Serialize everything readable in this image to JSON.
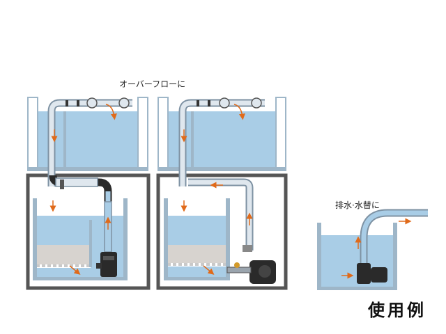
{
  "labels": {
    "overflow_caption": "オーバーフローに",
    "drain_caption": "排水·水替に",
    "example_label": "使用例"
  },
  "colors": {
    "water": "#a9cde6",
    "water_light": "#c6dff0",
    "tank_wall": "#9eb6c8",
    "frame": "#555555",
    "sand": "#d7d3cf",
    "pipe_fill": "#dfe7ee",
    "pipe_stroke": "#7e92a3",
    "arrow": "#e06a1a",
    "pump": "#2a2a2a"
  },
  "icons": {
    "arrow": "orange-arrow",
    "pump": "submersible-pump",
    "valve": "ball-valve"
  }
}
